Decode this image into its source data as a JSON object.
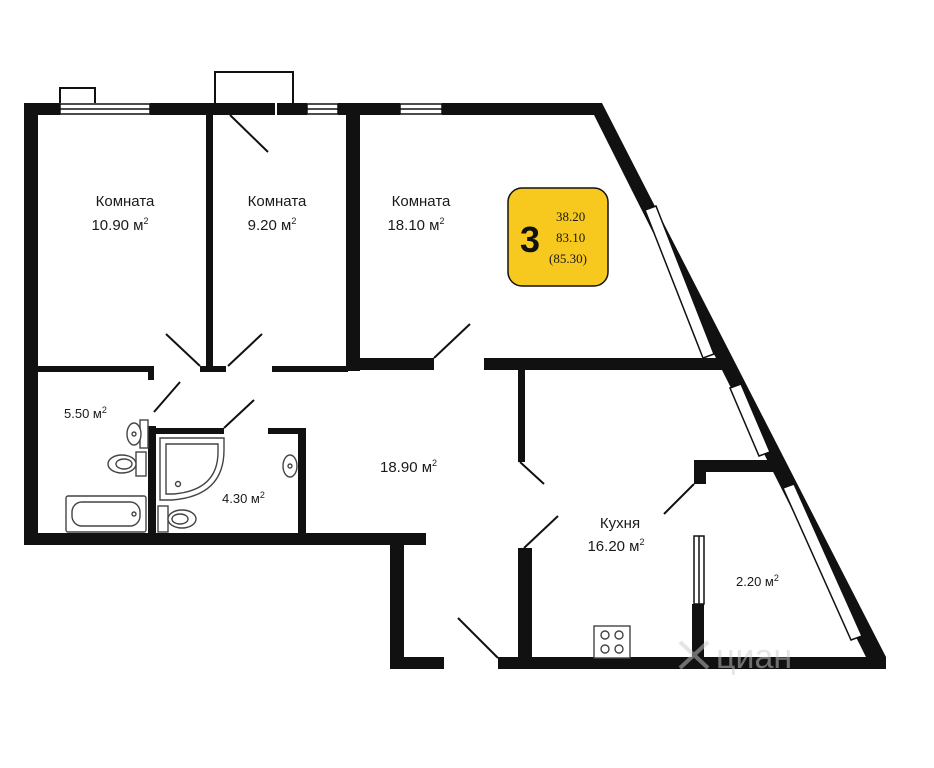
{
  "colors": {
    "wall": "#111111",
    "badge_fill": "#f7c81e",
    "fixture_stroke": "#444444"
  },
  "summary_badge": {
    "rooms_count": "3",
    "living_area": "38.20",
    "total_area": "83.10",
    "total_area_with_balcony": "(85.30)"
  },
  "rooms": {
    "room_1": {
      "name": "Комната",
      "area": "10.90 м",
      "unit_sup": "2"
    },
    "room_2": {
      "name": "Комната",
      "area": "9.20 м",
      "unit_sup": "2"
    },
    "room_3": {
      "name": "Комната",
      "area": "18.10 м",
      "unit_sup": "2"
    },
    "bathroom": {
      "area": "5.50 м",
      "unit_sup": "2"
    },
    "wc": {
      "area": "4.30 м",
      "unit_sup": "2"
    },
    "hall": {
      "area": "18.90 м",
      "unit_sup": "2"
    },
    "kitchen": {
      "name": "Кухня",
      "area": "16.20 м",
      "unit_sup": "2"
    },
    "balcony": {
      "area": "2.20 м",
      "unit_sup": "2"
    }
  },
  "watermark": {
    "text": "циан",
    "icon": "cian-logo-icon"
  }
}
